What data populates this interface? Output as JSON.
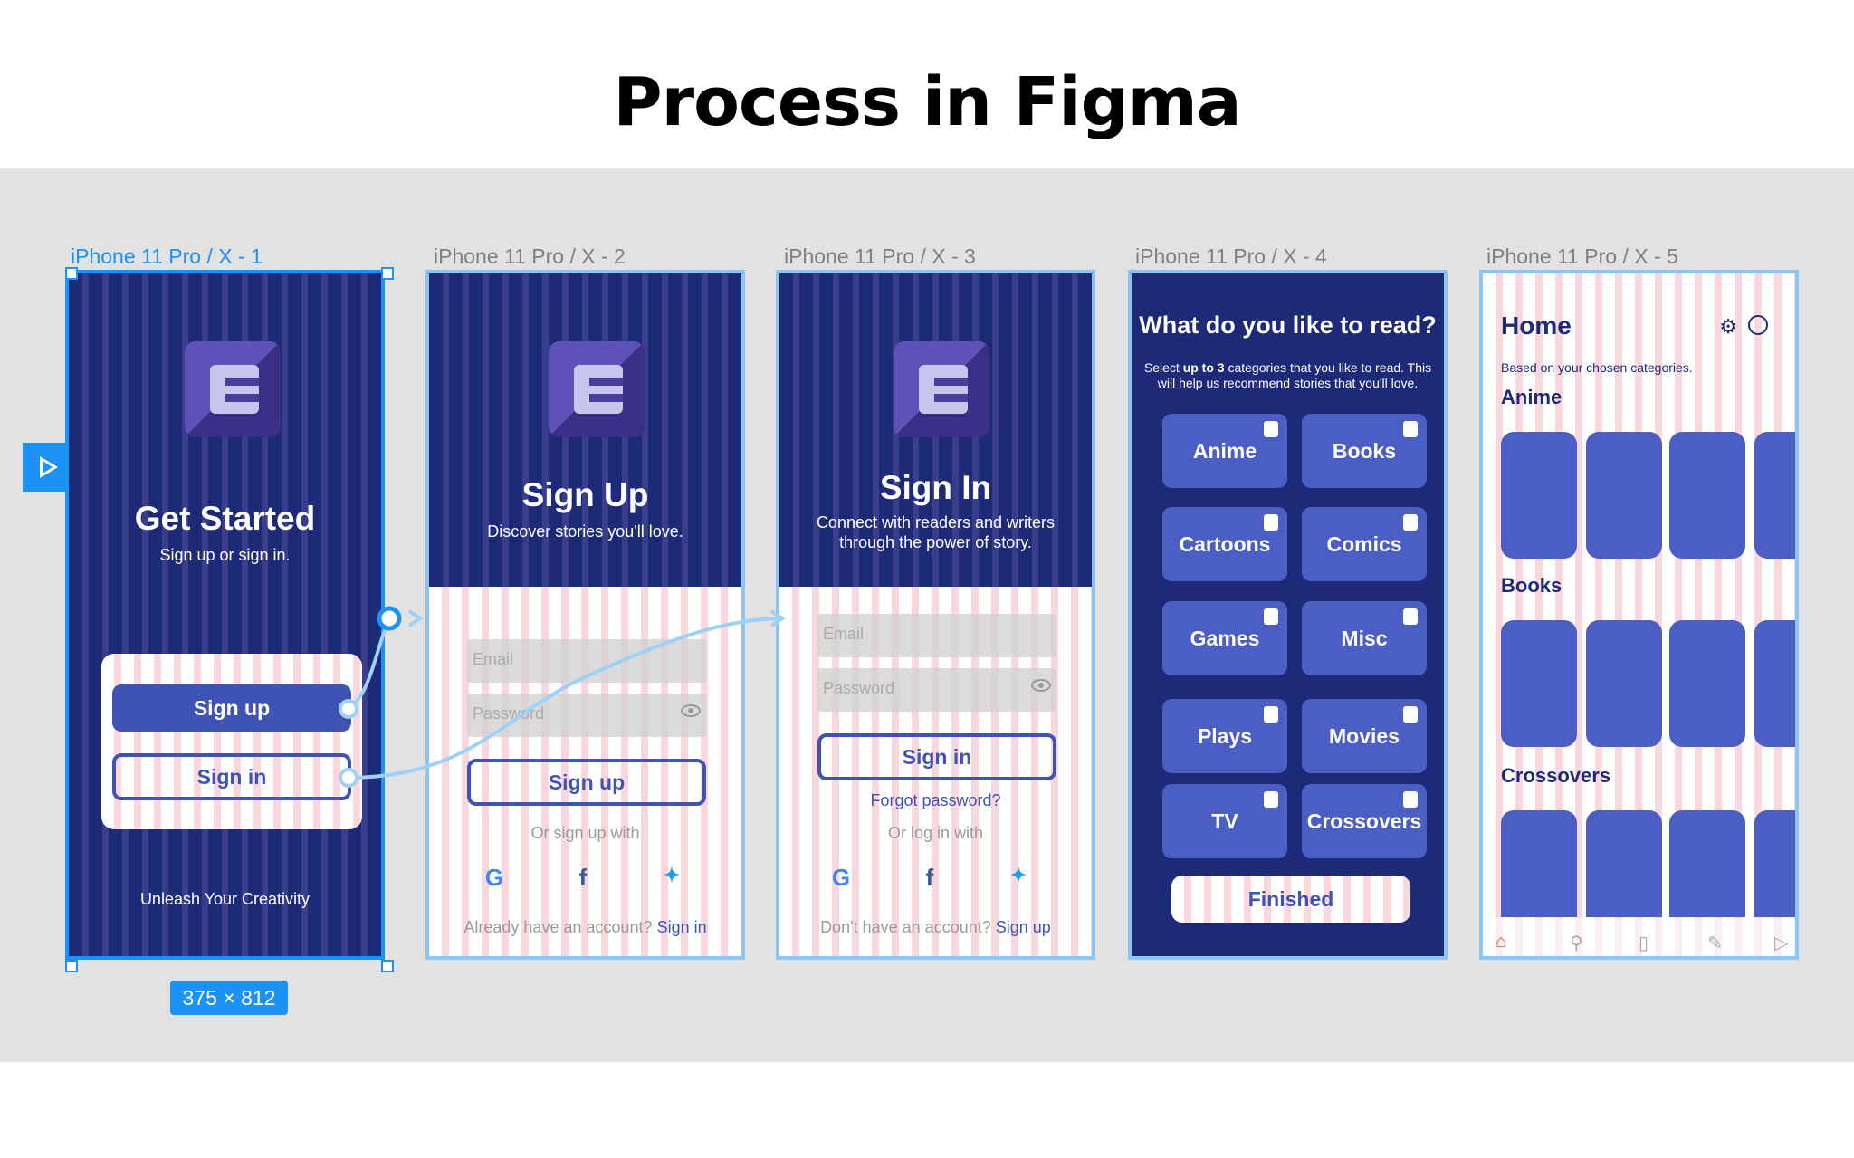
{
  "title": "Process in Figma",
  "colors": {
    "canvas": "#e2e2e2",
    "selection": "#1b92f4",
    "navy": "#1c2a78",
    "accent": "#3f53b4",
    "tile": "#4b5ec4",
    "active_nav": "#e8501e"
  },
  "dimension_badge": "375 × 812",
  "frames": [
    {
      "label": "iPhone 11 Pro / X - 1",
      "heading": "Get Started",
      "subtitle": "Sign up or sign in.",
      "primary_button": "Sign up",
      "secondary_button": "Sign in",
      "footer": "Unleash Your Creativity"
    },
    {
      "label": "iPhone 11 Pro / X - 2",
      "heading": "Sign Up",
      "subtitle": "Discover stories you'll love.",
      "email_placeholder": "Email",
      "password_placeholder": "Password",
      "button": "Sign up",
      "alt_text": "Or sign up with",
      "footer_prefix": "Already have an account?",
      "footer_link": "Sign in"
    },
    {
      "label": "iPhone 11 Pro / X - 3",
      "heading": "Sign In",
      "subtitle_line1": "Connect with readers and writers",
      "subtitle_line2": "through the power of story.",
      "email_placeholder": "Email",
      "password_placeholder": "Password",
      "button": "Sign in",
      "forgot": "Forgot password?",
      "alt_text": "Or log in with",
      "footer_prefix": "Don't have an account?",
      "footer_link": "Sign up"
    },
    {
      "label": "iPhone 11 Pro / X - 4",
      "heading": "What do you like to read?",
      "desc_pre": "Select ",
      "desc_bold": "up to 3",
      "desc_post": " categories that you like to read. This",
      "desc_line2": "will help us recommend stories that you'll love.",
      "categories": [
        "Anime",
        "Books",
        "Cartoons",
        "Comics",
        "Games",
        "Misc",
        "Plays",
        "Movies",
        "TV",
        "Crossovers"
      ],
      "button": "Finished"
    },
    {
      "label": "iPhone 11 Pro / X - 5",
      "heading": "Home",
      "subtitle": "Based on your chosen categories.",
      "sections": [
        "Anime",
        "Books",
        "Crossovers"
      ]
    }
  ],
  "social_icons": [
    "google-icon",
    "facebook-icon",
    "twitter-icon"
  ],
  "nav_icons": [
    "home-icon",
    "search-icon",
    "bookmark-icon",
    "pencil-icon",
    "send-icon"
  ]
}
